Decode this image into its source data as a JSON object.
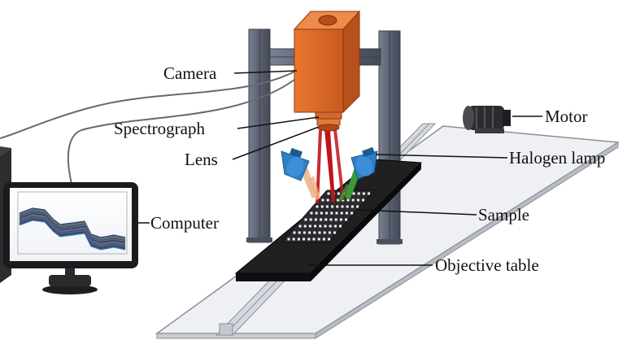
{
  "labels": {
    "camera": "Camera",
    "spectrograph": "Spectrograph",
    "lens": "Lens",
    "computer": "Computer",
    "motor": "Motor",
    "halogen_lamp": "Halogen lamp",
    "sample": "Sample",
    "objective_table": "Objective table"
  },
  "colors": {
    "camera_body": "#d9682a",
    "camera_dark": "#a9481a",
    "frame": "#5d6373",
    "lamp": "#2f7fc4",
    "table_top": "#1c1c1e",
    "rail_base": "#eef0f4",
    "beam_red": "#c0141a",
    "beam_green": "#3a9a3a",
    "beam_orange": "#f0b48a"
  }
}
